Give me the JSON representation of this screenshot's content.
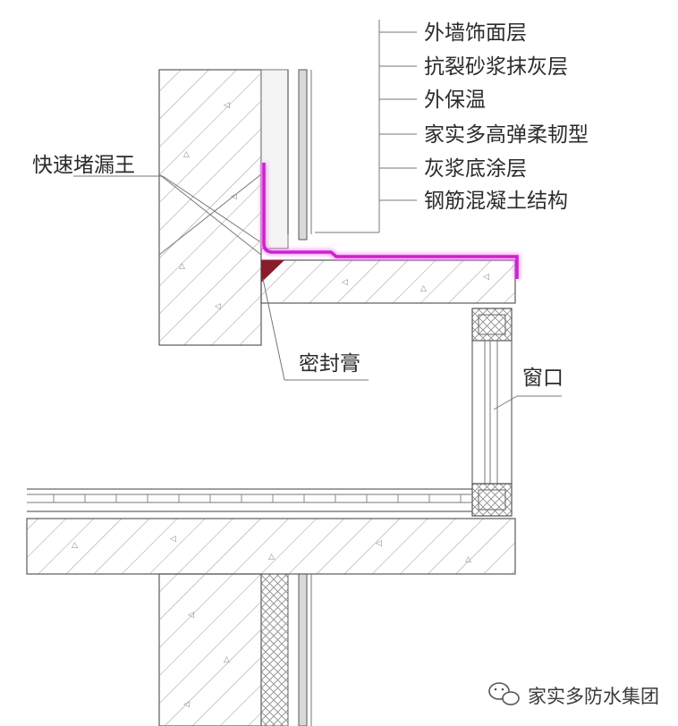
{
  "labels": {
    "layer_1": "外墙饰面层",
    "layer_2": "抗裂砂浆抹灰层",
    "layer_3": "外保温",
    "layer_4": "家实多高弹柔韧型",
    "layer_5": "灰浆底涂层",
    "layer_6": "钢筋混凝土结构",
    "plug": "快速堵漏王",
    "sealant": "密封膏",
    "window": "窗口"
  },
  "watermark": {
    "text": "家实多防水集团",
    "icon": "wechat-icon"
  },
  "colors": {
    "membrane": "#cc22cc",
    "sealant": "#8a1c2c",
    "hatch": "#9a9a9a",
    "line": "#666666"
  }
}
